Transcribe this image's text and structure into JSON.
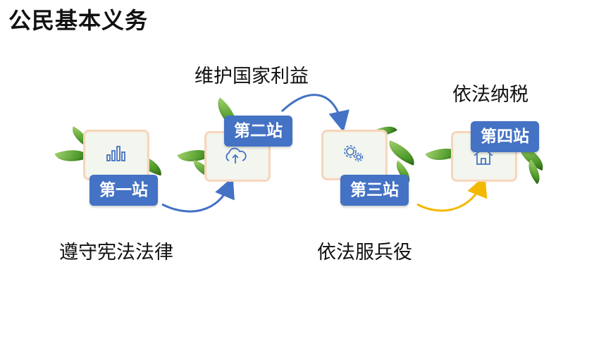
{
  "title": "公民基本义务",
  "stations": [
    {
      "label": "第一站",
      "caption": "遵守宪法法律",
      "icon": "bar-chart-icon"
    },
    {
      "label": "第二站",
      "caption": "维护国家利益",
      "icon": "cloud-upload-icon"
    },
    {
      "label": "第三站",
      "caption": "依法服兵役",
      "icon": "gear-icon"
    },
    {
      "label": "第四站",
      "caption": "依法纳税",
      "icon": "home-icon"
    }
  ],
  "colors": {
    "badge": "#4472c4",
    "arrow_blue": "#4472c4",
    "arrow_yellow": "#f2b900",
    "card_border": "#f5d7bd"
  }
}
